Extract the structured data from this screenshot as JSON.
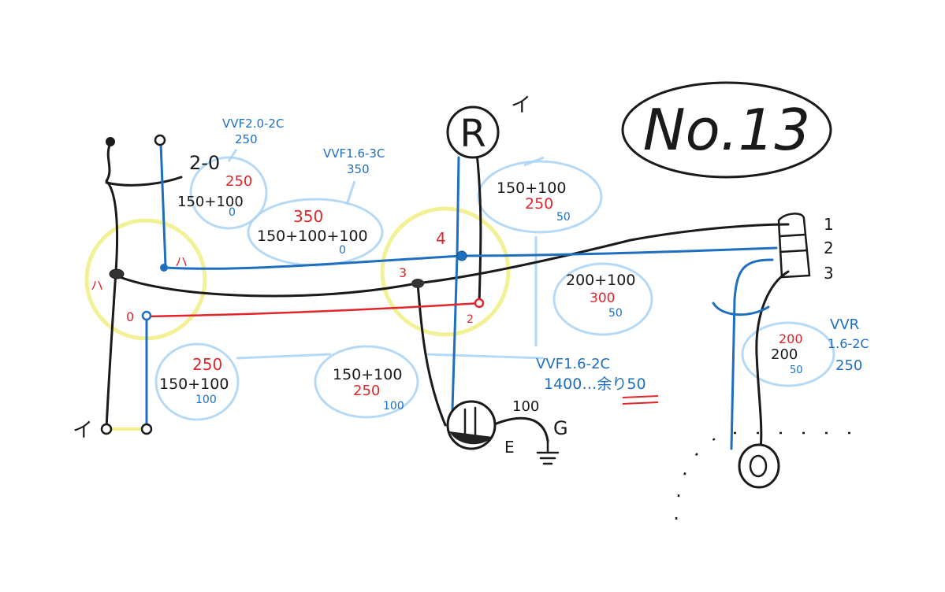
{
  "title": "No.13",
  "cables": {
    "c1": "VVF2.0-2C",
    "c1_len": "250",
    "c2": "VVF1.6-3C",
    "c2_len": "350",
    "c3": "VVF1.6-2C",
    "c3_total": "1400…余り50",
    "c4": "VVR",
    "c4_size": "1.6-2C",
    "c4_len": "250"
  },
  "lamp": {
    "symbol": "R",
    "mark": "イ"
  },
  "ground": {
    "g": "G",
    "e": "E",
    "len": "100"
  },
  "terminals": {
    "t1": "1",
    "t2": "2",
    "t3": "3"
  },
  "labels": {
    "top_2": "2-0",
    "left_i": "イ",
    "sw3_a": "ハ",
    "sw3_b": "ハ",
    "jb2_4": "4",
    "jb2_3": "3",
    "jb2_2": "2",
    "jb1_0": "0"
  },
  "calcs": {
    "a_red": "250",
    "a_blk": "150+100",
    "a_blu": "0",
    "b_red": "350",
    "b_blk": "150+100+100",
    "b_blu": "0",
    "c_blk": "150+100",
    "c_red": "250",
    "c_blu": "50",
    "d_blk": "200+100",
    "d_red": "300",
    "d_blu": "50",
    "e_red": "250",
    "e_blk": "150+100",
    "e_blu": "100",
    "f_blk": "150+100",
    "f_red": "250",
    "f_blu": "100",
    "g_red": "200",
    "g_blk": "200",
    "g_blu": "50"
  },
  "colors": {
    "black": "#1a1a1a",
    "red": "#e0262b",
    "blue": "#1f6fc0",
    "bubble": "#a9d3f5",
    "highlight": "#f2f08a"
  }
}
